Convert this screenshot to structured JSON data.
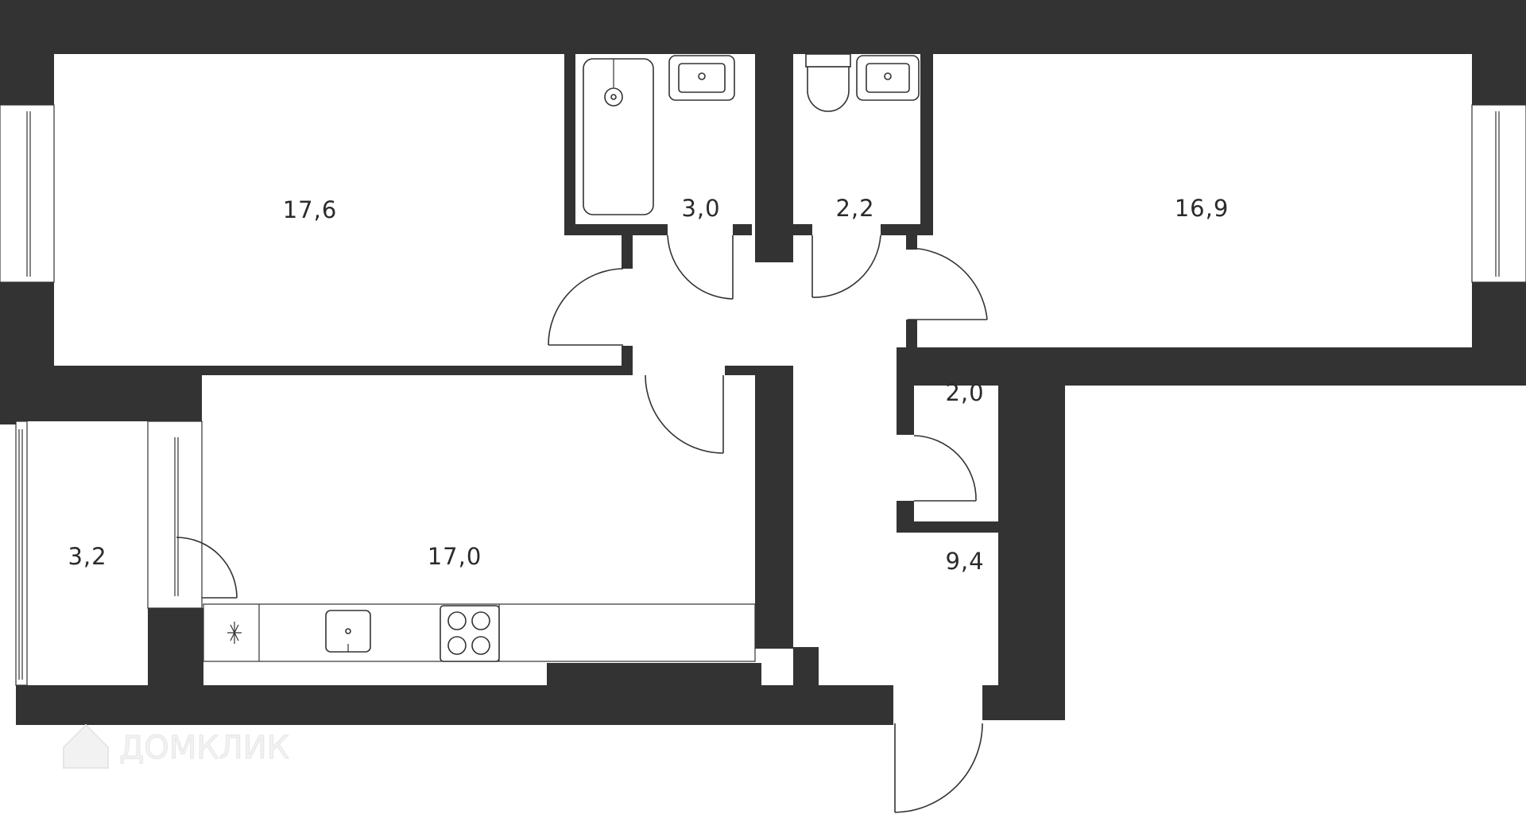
{
  "rooms": [
    {
      "id": "room-living-left",
      "area": "17,6"
    },
    {
      "id": "bathroom",
      "area": "3,0"
    },
    {
      "id": "toilet",
      "area": "2,2"
    },
    {
      "id": "room-right",
      "area": "16,9"
    },
    {
      "id": "storage",
      "area": "2,0"
    },
    {
      "id": "balcony",
      "area": "3,2"
    },
    {
      "id": "kitchen",
      "area": "17,0"
    },
    {
      "id": "hallway",
      "area": "9,4"
    }
  ],
  "watermark": {
    "text": "ДОМКЛИК"
  },
  "colors": {
    "wall": "#333333",
    "background": "#ffffff",
    "text": "#2b2b2b"
  }
}
